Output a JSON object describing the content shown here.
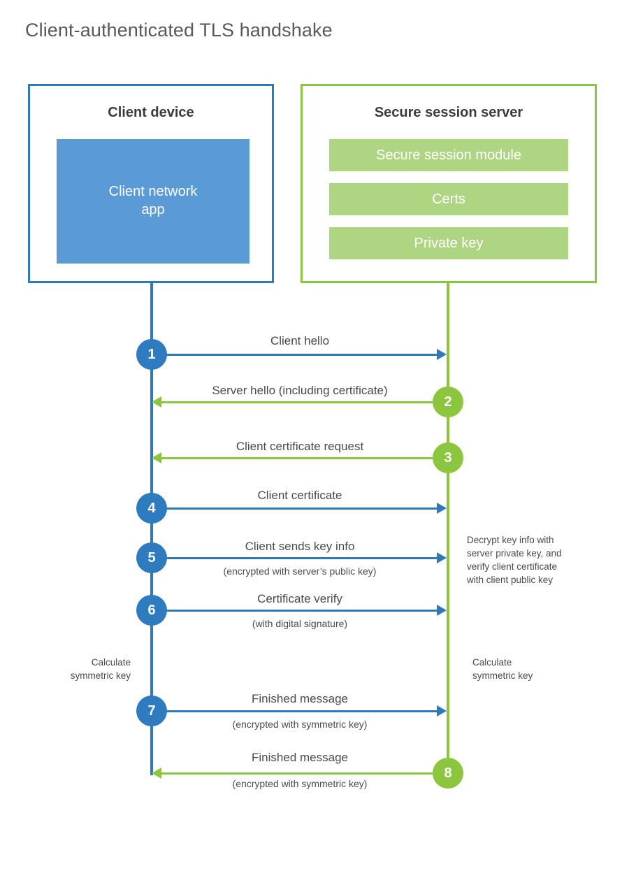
{
  "title": "Client-authenticated TLS handshake",
  "colors": {
    "client_blue": "#3079b8",
    "client_app_blue": "#5b9bd5",
    "server_green": "#8cc63e",
    "server_bar_green": "#aed581",
    "step_blue": "#2e7cbf",
    "text_gray": "#4a4a4c",
    "title_gray": "#59595b"
  },
  "client": {
    "title": "Client device",
    "app_label": "Client network\napp"
  },
  "server": {
    "title": "Secure session server",
    "bars": [
      {
        "label": "Secure session module"
      },
      {
        "label": "Certs"
      },
      {
        "label": "Private key"
      }
    ]
  },
  "messages": [
    {
      "step": "1",
      "label": "Client hello",
      "sublabel": "",
      "direction": "client-to-server",
      "color": "blue"
    },
    {
      "step": "2",
      "label": "Server hello (including certificate)",
      "sublabel": "",
      "direction": "server-to-client",
      "color": "green"
    },
    {
      "step": "3",
      "label": "Client certificate request",
      "sublabel": "",
      "direction": "server-to-client",
      "color": "green"
    },
    {
      "step": "4",
      "label": "Client certificate",
      "sublabel": "",
      "direction": "client-to-server",
      "color": "blue"
    },
    {
      "step": "5",
      "label": "Client sends key info",
      "sublabel": "(encrypted with server’s public key)",
      "direction": "client-to-server",
      "color": "blue"
    },
    {
      "step": "6",
      "label": "Certificate verify",
      "sublabel": "(with digital signature)",
      "direction": "client-to-server",
      "color": "blue"
    },
    {
      "step": "7",
      "label": "Finished message",
      "sublabel": "(encrypted with symmetric key)",
      "direction": "client-to-server",
      "color": "blue"
    },
    {
      "step": "8",
      "label": "Finished message",
      "sublabel": "(encrypted with symmetric key)",
      "direction": "server-to-client",
      "color": "green"
    }
  ],
  "notes": {
    "server_decrypt": "Decrypt key info with\nserver private key, and\nverify client certificate\nwith client public key",
    "client_calculate": "Calculate\nsymmetric key",
    "server_calculate": "Calculate\nsymmetric key"
  }
}
